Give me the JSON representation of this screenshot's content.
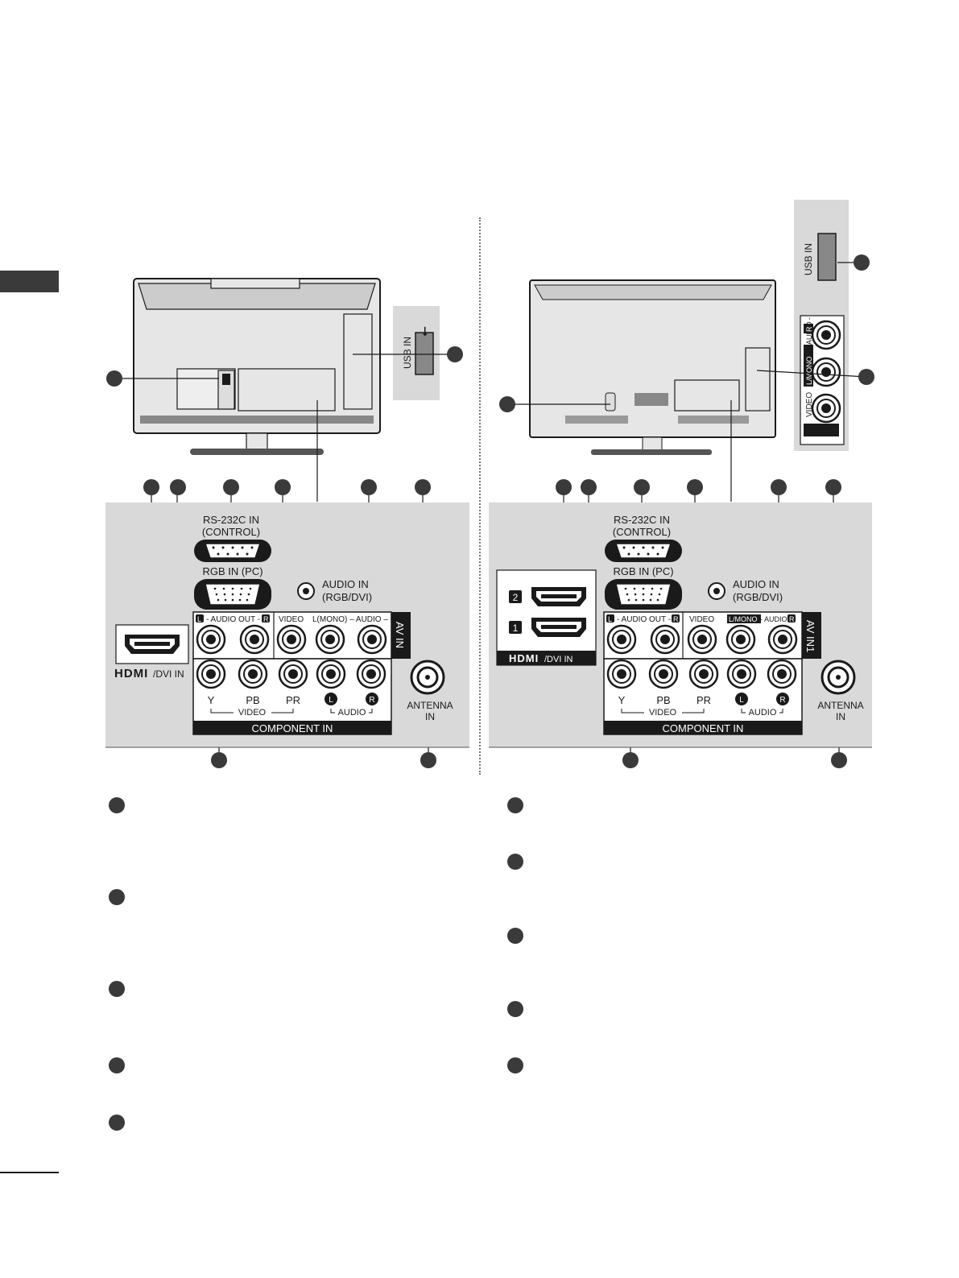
{
  "colors": {
    "panel": "#d9d9d9",
    "ink": "#1a1a1a",
    "tv_body": "#e6e6e6",
    "callout": "#3a3a3a"
  },
  "left": {
    "usb_label": "USB IN",
    "rs232_line1": "RS-232C IN",
    "rs232_line2": "(CONTROL)",
    "rgb_in": "RGB IN (PC)",
    "audio_in_line1": "AUDIO IN",
    "audio_in_line2": "(RGB/DVI)",
    "audio_out": "- AUDIO OUT -",
    "audio_out_l": "L",
    "audio_out_r": "R",
    "video": "VIDEO",
    "lmono_audio": "L(MONO) – AUDIO – R",
    "av_in": "AV IN",
    "hdmi_logo": "HDMI",
    "hdmi_suffix": "/DVI IN",
    "comp_y": "Y",
    "comp_pb": "PB",
    "comp_pr": "PR",
    "comp_l": "L",
    "comp_r": "R",
    "comp_video": "VIDEO",
    "comp_audio": "AUDIO",
    "component_in": "COMPONENT IN",
    "antenna_line1": "ANTENNA",
    "antenna_line2": "IN"
  },
  "right": {
    "usb_label": "USB IN",
    "side_video": "VIDEO",
    "side_lmono": "L/MONO",
    "side_audio_r": "AUDIO -",
    "side_r": "R",
    "rs232_line1": "RS-232C IN",
    "rs232_line2": "(CONTROL)",
    "rgb_in": "RGB IN (PC)",
    "audio_in_line1": "AUDIO IN",
    "audio_in_line2": "(RGB/DVI)",
    "hdmi_2": "2",
    "hdmi_1": "1",
    "hdmi_logo": "HDMI",
    "hdmi_suffix": "/DVI IN",
    "audio_out": "- AUDIO OUT -",
    "audio_out_l": "L",
    "audio_out_r": "R",
    "video": "VIDEO",
    "lmono": "L/MONO",
    "audio_r": "- AUDIO -",
    "audio_r_r": "R",
    "av_in": "AV IN1",
    "comp_y": "Y",
    "comp_pb": "PB",
    "comp_pr": "PR",
    "comp_l": "L",
    "comp_r": "R",
    "comp_video": "VIDEO",
    "comp_audio": "AUDIO",
    "component_in": "COMPONENT IN",
    "antenna_line1": "ANTENNA",
    "antenna_line2": "IN"
  }
}
